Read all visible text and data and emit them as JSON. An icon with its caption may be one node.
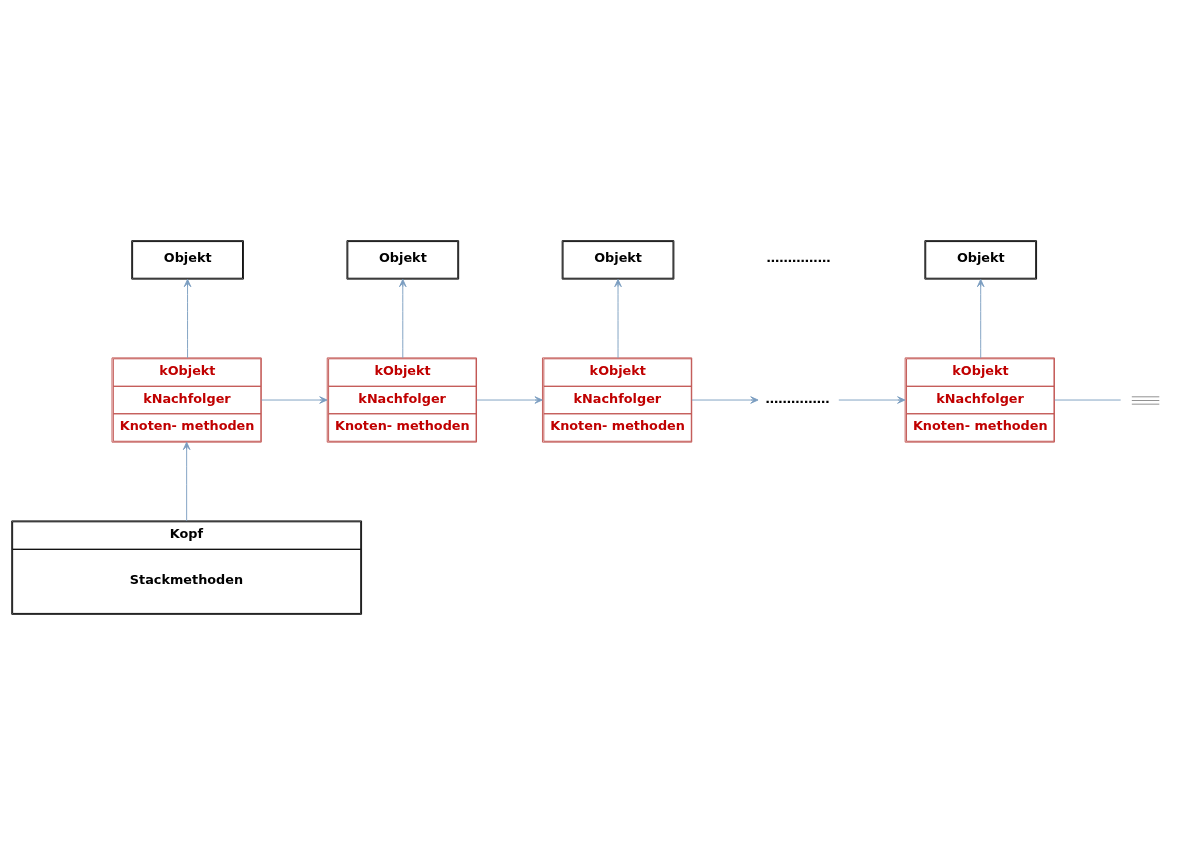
{
  "diagram": {
    "nodes": [
      {
        "text": [
          "Objekt"
        ]
      },
      {
        "text": [
          "Objekt"
        ]
      },
      {
        "text": [
          "Objekt"
        ]
      },
      {
        "text": [
          "Objekt"
        ]
      },
      {
        "text": [
          "kObjekt",
          "kNachfolger",
          "Knoten- methoden"
        ]
      },
      {
        "text": [
          "kObjekt",
          "kNachfolger",
          "Knoten- methoden"
        ]
      },
      {
        "text": [
          "kObjekt",
          "kNachfolger",
          "Knoten- methoden"
        ]
      },
      {
        "text": [
          "……………"
        ]
      },
      {
        "text": [
          "kObjekt",
          "kNachfolger",
          "Knoten- methoden"
        ]
      },
      {
        "text": [],
        "shape": "ground"
      },
      {
        "text": [
          "Kopf",
          "Stackmethoden"
        ]
      }
    ],
    "edges": [
      {
        "from": 4,
        "to": 0,
        "arrow": "to"
      },
      {
        "from": 5,
        "to": 1,
        "arrow": "to"
      },
      {
        "from": 6,
        "to": 2,
        "arrow": "to"
      },
      {
        "from": 8,
        "to": 3,
        "arrow": "to"
      },
      {
        "from": 4,
        "to": 5,
        "arrow": "to"
      },
      {
        "from": 5,
        "to": 6,
        "arrow": "to"
      },
      {
        "from": 6,
        "to": 7,
        "arrow": "to"
      },
      {
        "from": 7,
        "to": 8,
        "arrow": "to"
      },
      {
        "from": 8,
        "to": 9,
        "arrow": "none"
      },
      {
        "from": 10,
        "to": 4,
        "arrow": "to"
      }
    ],
    "labels": [
      "……………"
    ]
  }
}
